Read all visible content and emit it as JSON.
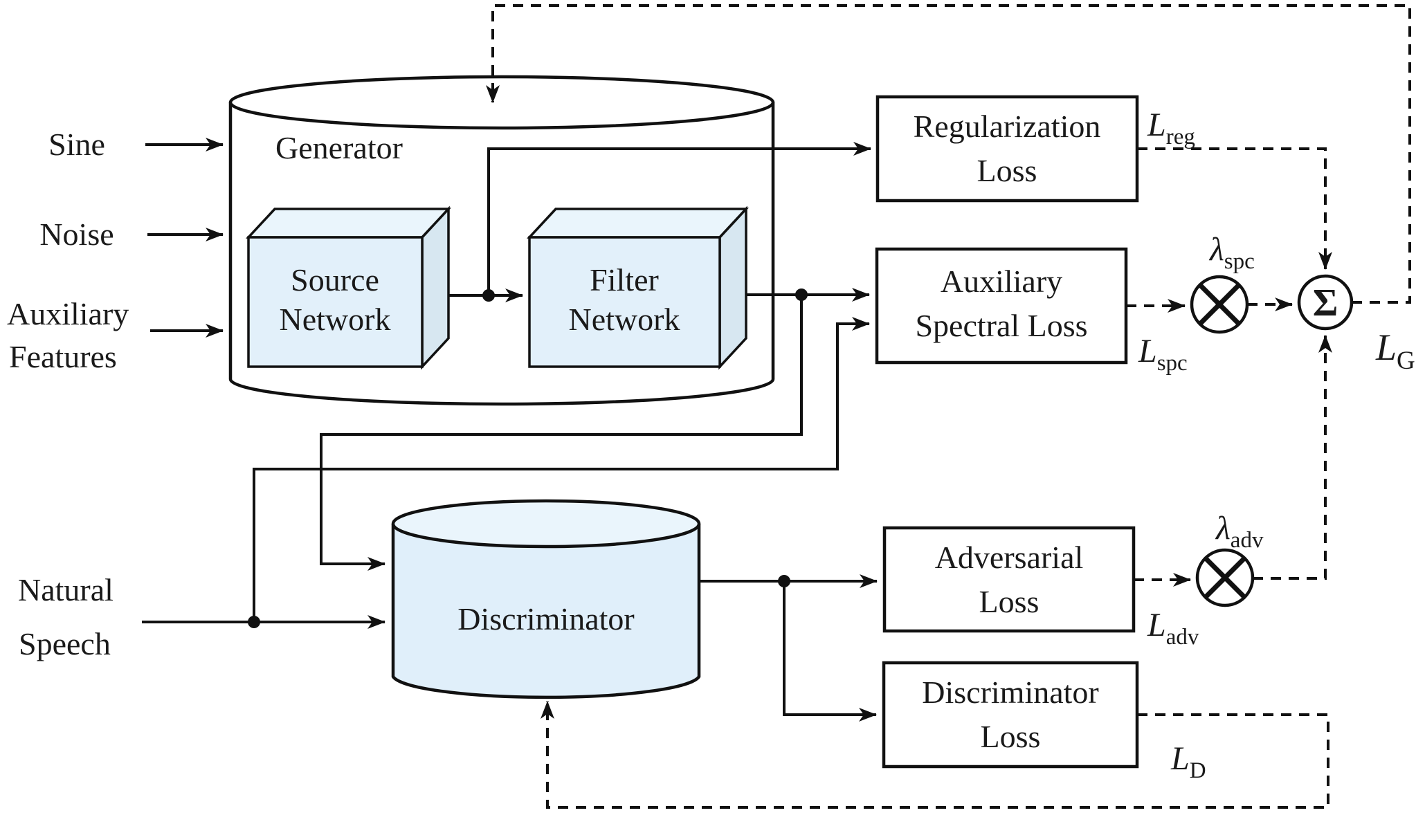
{
  "colors": {
    "line": "#111111",
    "box_front": "#e2f0fa",
    "box_top": "#eaf5fc",
    "box_side": "#d7e7f1",
    "cyl_body": "#e0effa",
    "cyl_top": "#eaf5fc",
    "white": "#ffffff"
  },
  "inputs": {
    "sine": "Sine",
    "noise": "Noise",
    "aux_line1": "Auxiliary",
    "aux_line2": "Features",
    "natural_line1": "Natural",
    "natural_line2": "Speech"
  },
  "generator": {
    "label": "Generator",
    "source_line1": "Source",
    "source_line2": "Network",
    "filter_line1": "Filter",
    "filter_line2": "Network"
  },
  "discriminator": {
    "label": "Discriminator"
  },
  "loss_boxes": {
    "regularization_line1": "Regularization",
    "regularization_line2": "Loss",
    "auxiliary_line1": "Auxiliary",
    "auxiliary_line2": "Spectral Loss",
    "adversarial_line1": "Adversarial",
    "adversarial_line2": "Loss",
    "discriminator_line1": "Discriminator",
    "discriminator_line2": "Loss"
  },
  "math": {
    "L_reg": {
      "base": "L",
      "sub": "reg"
    },
    "L_spc": {
      "base": "L",
      "sub": "spc"
    },
    "L_adv": {
      "base": "L",
      "sub": "adv"
    },
    "L_D": {
      "base": "L",
      "sub": "D"
    },
    "L_G": {
      "base": "L",
      "sub": "G"
    },
    "lambda_spc": {
      "base": "λ",
      "sub": "spc"
    },
    "lambda_adv": {
      "base": "λ",
      "sub": "adv"
    },
    "sum_symbol": "Σ"
  }
}
